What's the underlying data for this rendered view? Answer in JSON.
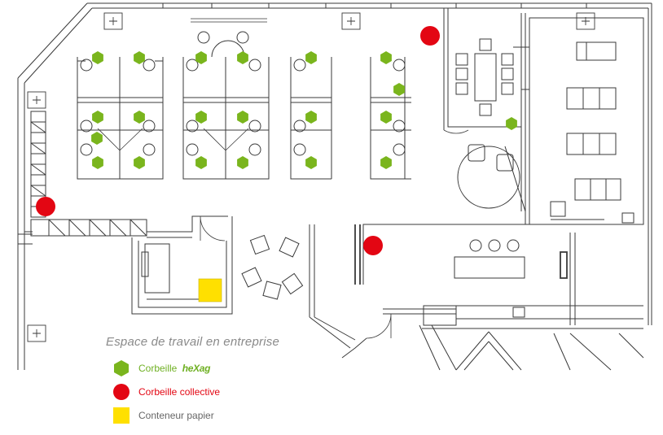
{
  "caption": "Espace de travail en entreprise",
  "legend": {
    "hexag": {
      "text": "Corbeille ",
      "brand": "heXag",
      "color": "#6fb023"
    },
    "collective": {
      "text": "Corbeille collective",
      "color": "#e30613"
    },
    "paper": {
      "text": "Conteneur papier",
      "color": "#ffe000"
    }
  },
  "colors": {
    "wall": "#3a3a3a",
    "hexag": "#7ab51d",
    "collective": "#e30613",
    "paper": "#ffe000"
  },
  "icons": {
    "hexag": "green-hexagon-icon",
    "collective": "red-circle-icon",
    "paper": "yellow-square-icon",
    "vent": "plus-box-icon"
  },
  "counts": {
    "hexag_bins": 21,
    "collective_bins": 3,
    "paper_containers": 1
  }
}
